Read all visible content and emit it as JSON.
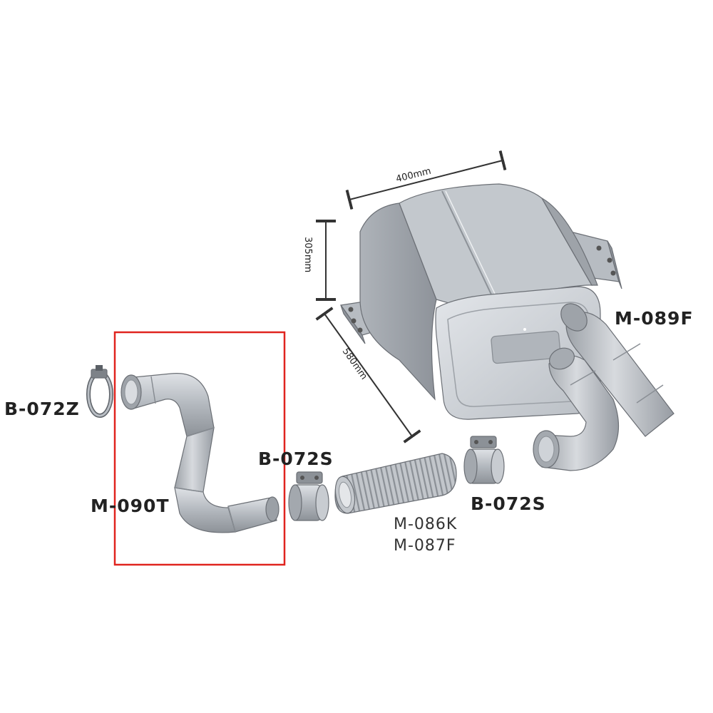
{
  "dimensions": {
    "width": "400mm",
    "height": "305mm",
    "depth": "580mm"
  },
  "parts": {
    "clamp_left": "B-072Z",
    "pipe_s_bend": "M-090T",
    "clamp_middle": "B-072S",
    "flex_pipe_code_1": "M-086K",
    "flex_pipe_code_2": "M-087F",
    "clamp_right": "B-072S",
    "muffler_tailpipe": "M-089F"
  },
  "highlight": {
    "color": "#e0241f",
    "target": "M-090T"
  },
  "colors": {
    "metal_light": "#c8ccd1",
    "metal_mid": "#a9aeb4",
    "metal_dark": "#82878e",
    "label": "#222222"
  }
}
